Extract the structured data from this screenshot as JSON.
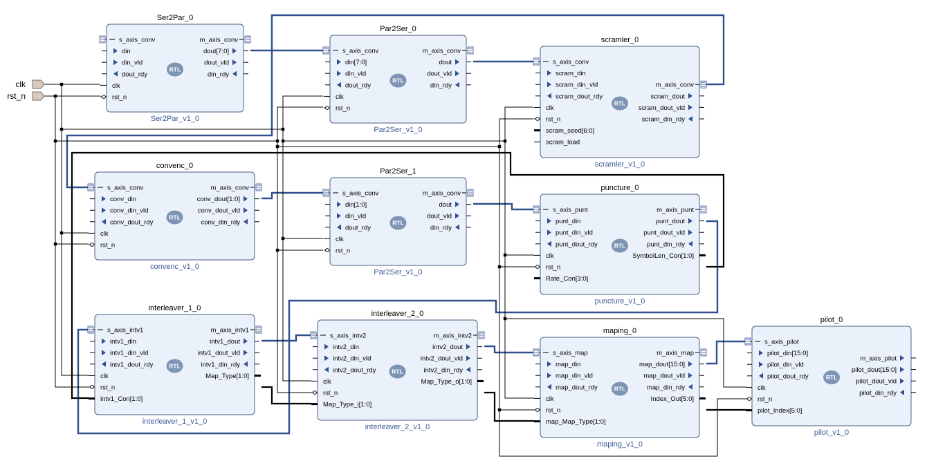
{
  "external_ports": [
    {
      "name": "clk"
    },
    {
      "name": "rst_n"
    }
  ],
  "blocks": [
    {
      "id": "ser2par",
      "title": "Ser2Par_0",
      "subtitle": "Ser2Par_v1_0",
      "badge": "RTL",
      "inputs": [
        "s_axis_conv",
        "din",
        "din_vld",
        "dout_rdy",
        "clk",
        "rst_n"
      ],
      "outputs": [
        "m_axis_conv",
        "dout[7:0]",
        "dout_vld",
        "din_rdy"
      ]
    },
    {
      "id": "par2ser0",
      "title": "Par2Ser_0",
      "subtitle": "Par2Ser_v1_0",
      "badge": "RTL",
      "inputs": [
        "s_axis_conv",
        "din[7:0]",
        "din_vld",
        "dout_rdy",
        "clk",
        "rst_n"
      ],
      "outputs": [
        "m_axis_conv",
        "dout",
        "dout_vld",
        "din_rdy"
      ]
    },
    {
      "id": "scramler",
      "title": "scramler_0",
      "subtitle": "scramler_v1_0",
      "badge": "RTL",
      "inputs": [
        "s_axis_conv",
        "scram_din",
        "scram_din_vld",
        "scram_dout_rdy",
        "clk",
        "rst_n",
        "scram_seed[6:0]",
        "scram_load"
      ],
      "outputs": [
        "m_axis_conv",
        "scram_dout",
        "scram_dout_vld",
        "scram_din_rdy"
      ]
    },
    {
      "id": "convenc",
      "title": "convenc_0",
      "subtitle": "convenc_v1_0",
      "badge": "RTL",
      "inputs": [
        "s_axis_conv",
        "conv_din",
        "conv_din_vld",
        "conv_dout_rdy",
        "clk",
        "rst_n"
      ],
      "outputs": [
        "m_axis_conv",
        "conv_dout[1:0]",
        "conv_dout_vld",
        "conv_din_rdy"
      ]
    },
    {
      "id": "par2ser1",
      "title": "Par2Ser_1",
      "subtitle": "Par2Ser_v1_0",
      "badge": "RTL",
      "inputs": [
        "s_axis_conv",
        "din[1:0]",
        "din_vld",
        "dout_rdy",
        "clk",
        "rst_n"
      ],
      "outputs": [
        "m_axis_conv",
        "dout",
        "dout_vld",
        "din_rdy"
      ]
    },
    {
      "id": "puncture",
      "title": "puncture_0",
      "subtitle": "puncture_v1_0",
      "badge": "RTL",
      "inputs": [
        "s_axis_punt",
        "punt_din",
        "punt_din_vld",
        "punt_dout_rdy",
        "clk",
        "rst_n",
        "Rate_Con[3:0]"
      ],
      "outputs": [
        "m_axis_punt",
        "punt_dout",
        "punt_dout_vld",
        "punt_din_rdy",
        "SymbolLen_Con[1:0]"
      ]
    },
    {
      "id": "interleaver1",
      "title": "interleaver_1_0",
      "subtitle": "interleaver_1_v1_0",
      "badge": "RTL",
      "inputs": [
        "s_axis_intv1",
        "intv1_din",
        "intv1_din_vld",
        "intv1_dout_rdy",
        "clk",
        "rst_n",
        "intv1_Con[1:0]"
      ],
      "outputs": [
        "m_axis_intv1",
        "intv1_dout",
        "intv1_dout_vld",
        "intv1_din_rdy",
        "Map_Type[1:0]"
      ]
    },
    {
      "id": "interleaver2",
      "title": "interleaver_2_0",
      "subtitle": "interleaver_2_v1_0",
      "badge": "RTL",
      "inputs": [
        "s_axis_intv2",
        "intv2_din",
        "intv2_din_vld",
        "intv2_dout_rdy",
        "clk",
        "rst_n",
        "Map_Type_i[1:0]"
      ],
      "outputs": [
        "m_axis_intv2",
        "intv2_dout",
        "intv2_dout_vld",
        "intv2_din_rdy",
        "Map_Type_o[1:0]"
      ]
    },
    {
      "id": "maping",
      "title": "maping_0",
      "subtitle": "maping_v1_0",
      "badge": "RTL",
      "inputs": [
        "s_axis_map",
        "map_din",
        "map_din_vld",
        "map_dout_rdy",
        "clk",
        "rst_n",
        "map_Map_Type[1:0]"
      ],
      "outputs": [
        "m_axis_map",
        "map_dout[15:0]",
        "map_dout_vld",
        "map_din_rdy",
        "Index_Out[5:0]"
      ]
    },
    {
      "id": "pilot",
      "title": "pilot_0",
      "subtitle": "pilot_v1_0",
      "badge": "RTL",
      "inputs": [
        "s_axis_pilot",
        "pilot_din[15:0]",
        "pilot_din_vld",
        "pilot_dout_rdy",
        "clk",
        "rst_n",
        "pilot_Index[5:0]"
      ],
      "outputs": [
        "m_axis_pilot",
        "pilot_dout[15:0]",
        "pilot_dout_vld",
        "pilot_din_rdy"
      ]
    }
  ],
  "colors": {
    "block_fill": "#eaf1fb",
    "block_border": "#4a5f82",
    "bus_wire": "#2f4f8e",
    "subtitle": "#3d5a93",
    "badge": "#7d94b4"
  },
  "icons": [
    "bus-interface-icon",
    "input-arrow-icon",
    "output-arrow-icon",
    "rtl-badge-icon",
    "external-input-port-icon"
  ]
}
